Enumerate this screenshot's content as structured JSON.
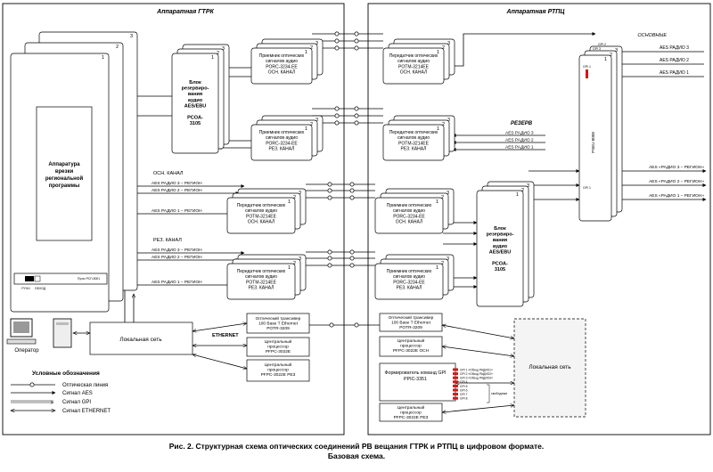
{
  "rooms": {
    "left": "Аппаратная ГТРК",
    "right": "Аппаратная РТПЦ"
  },
  "stacks": {
    "insertion": {
      "tabs": [
        "3",
        "2",
        "1"
      ],
      "title": [
        "Аппаратура",
        "врезки",
        "региональной",
        "программы"
      ]
    },
    "left_backup": {
      "tabs": [
        "3",
        "2",
        "1"
      ],
      "title": [
        "Блок",
        "резервиро-",
        "вания",
        "аудио",
        "AES/EBU",
        "",
        "PCOA-",
        "3105"
      ]
    },
    "right_backup": {
      "title": [
        "Блок",
        "резервиро-",
        "вания",
        "аудио",
        "AES/EBU",
        "",
        "PCOA-",
        "3105"
      ]
    },
    "gpi_switch": {
      "tabs": [
        "3",
        "2",
        "1"
      ],
      "label": "PSEU-8008",
      "gpi_labels": [
        "GPI 3",
        "GPI 2",
        "GPI 1"
      ]
    }
  },
  "card_nums": [
    "3",
    "2",
    "1"
  ],
  "modules": {
    "l_rx_main": [
      "Приемник оптических",
      "сигналов аудио",
      "PORC-3234-EE",
      "ОСН. КАНАЛ"
    ],
    "l_rx_res": [
      "Приемник оптических",
      "сигналов аудио",
      "PORC-3234-EE",
      "РЕЗ. КАНАЛ"
    ],
    "l_tx_main": [
      "Передатчик оптических",
      "сигналов аудио",
      "POTM-3214EE",
      "ОСН. КАНАЛ"
    ],
    "l_tx_res": [
      "Передатчик оптических",
      "сигналов аудио",
      "POTM-3214EE",
      "РЕЗ. КАНАЛ"
    ],
    "r_tx_main": [
      "Передатчик оптических",
      "сигналов аудио",
      "POTM-3214EE",
      "ОСН. КАНАЛ"
    ],
    "r_tx_res": [
      "Передатчик оптических",
      "сигналов аудио",
      "POTM-3214EE",
      "РЕЗ. КАНАЛ"
    ],
    "r_rx_main": [
      "Приемник оптических",
      "сигналов аудио",
      "PORC-3234-EE",
      "ОСН. КАНАЛ"
    ],
    "r_rx_res": [
      "Приемник оптических",
      "сигналов аудио",
      "PORC-3234-EE",
      "РЕЗ. КАНАЛ"
    ]
  },
  "labels": {
    "osn_kanal": "ОСН. КАНАЛ",
    "rez_kanal": "РЕЗ. КАНАЛ",
    "osnovnye": "ОСНОВНЫЕ",
    "rezerv": "РЕЗЕРВ",
    "ethernet": "ETHERNET",
    "operator": "Оператор"
  },
  "signals": {
    "aes_main_in": [
      "AES РАДИО 3",
      "AES РАДИО 2",
      "AES РАДИО 1"
    ],
    "aes_res_in": [
      "AES РАДИО 3",
      "AES РАДИО 2",
      "AES РАДИО 1"
    ],
    "aes_region_main": [
      "AES РАДИО 3 – РЕГИОН",
      "AES РАДИО 2 – РЕГИОН",
      "AES РАДИО 1 – РЕГИОН"
    ],
    "aes_region_res": [
      "AES РАДИО 3 – РЕГИОН",
      "AES РАДИО 2 – РЕГИОН",
      "AES РАДИО 1 – РЕГИОН"
    ],
    "aes_region_out": [
      "AES «РАДИО 3 – РЕГИОН»",
      "AES «РАДИО 2 – РЕГИОН»",
      "AES «РАДИО 1 – РЕГИОН»"
    ]
  },
  "network": {
    "left_lan": "Локальная сеть",
    "right_lan": "Локальная сеть",
    "l_transceiver": [
      "Оптический трансивер",
      "100 Base T Ethernet",
      "POTR-3209"
    ],
    "l_cpu_main": [
      "Центральный",
      "процессор",
      "PFPC-3022E"
    ],
    "l_cpu_res": [
      "Центральный",
      "процессор",
      "PFPC-3022E РЕЗ"
    ],
    "r_transceiver": [
      "Оптический трансивер",
      "100 Base T Ethernet",
      "POTR-3209"
    ],
    "r_cpu_main": [
      "Центральный",
      "процессор",
      "PFPC-3022E ОСН"
    ],
    "r_cpu_res": [
      "Центральный",
      "процессор",
      "PFPC-3022E РЕЗ"
    ],
    "gpi_former": [
      "Формирователь команд GPI",
      "PPIC-3351"
    ],
    "gpi_out_labels": [
      "GPI 1 «Обход РАДИО1»",
      "GPI 2 «Обход РАДИО2»",
      "GPI 3 «Обход РАДИО3»",
      "GPI 4",
      "GPI 5",
      "GPI 6",
      "GPI 7",
      "GPI 8"
    ],
    "gpi_free": "свободные",
    "device_label": "Пульт РСП-8001",
    "device_btns": [
      "РУЧН",
      "ОБХОД"
    ]
  },
  "legend": {
    "title": "Условные обозначения",
    "items": [
      "Оптическая линия",
      "Сигнал AES",
      "Сигнал GPI",
      "Сигнал ETHERNET"
    ]
  },
  "caption": {
    "line1": "Рис. 2. Структурная схема оптических соединений РВ вещания ГТРК  и РТПЦ в цифровом формате.",
    "line2": "Базовая схема."
  }
}
